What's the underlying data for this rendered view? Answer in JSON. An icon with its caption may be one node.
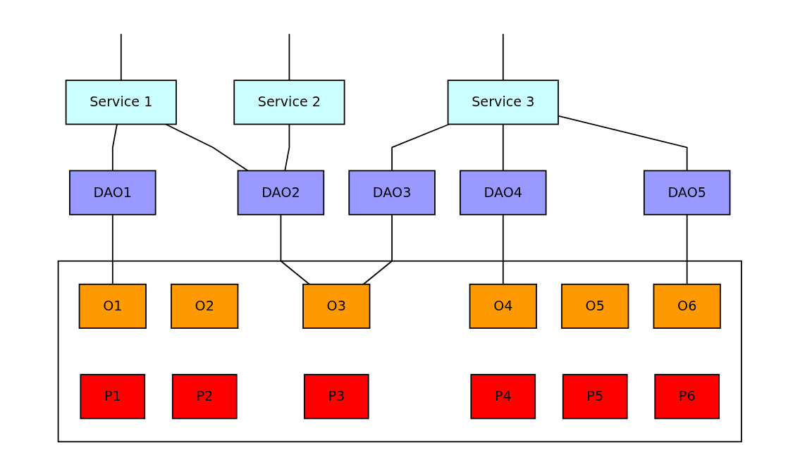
{
  "diagram": {
    "nodes": [
      {
        "text": [
          "Service 1"
        ]
      },
      {
        "text": [
          "Service 2"
        ]
      },
      {
        "text": [
          "Service 3"
        ]
      },
      {
        "text": [
          "DAO1"
        ]
      },
      {
        "text": [
          "DAO2"
        ]
      },
      {
        "text": [
          "DAO3"
        ]
      },
      {
        "text": [
          "DAO4"
        ]
      },
      {
        "text": [
          "DAO5"
        ]
      },
      {
        "text": [],
        "shape": "box"
      },
      {
        "text": [
          "O1"
        ],
        "in": 8
      },
      {
        "text": [
          "O2"
        ],
        "in": 8
      },
      {
        "text": [
          "O3"
        ],
        "in": 8
      },
      {
        "text": [
          "O4"
        ],
        "in": 8
      },
      {
        "text": [
          "O5"
        ],
        "in": 8
      },
      {
        "text": [
          "O6"
        ],
        "in": 8
      },
      {
        "text": [
          "P1"
        ],
        "in": 8
      },
      {
        "text": [
          "P2"
        ],
        "in": 8
      },
      {
        "text": [
          "P3"
        ],
        "in": 8
      },
      {
        "text": [
          "P4"
        ],
        "in": 8
      },
      {
        "text": [
          "P5"
        ],
        "in": 8
      },
      {
        "text": [
          "P6"
        ],
        "in": 8
      }
    ],
    "edges": [
      {
        "from": null,
        "to": 0,
        "arrow": "none"
      },
      {
        "from": null,
        "to": 1,
        "arrow": "none"
      },
      {
        "from": null,
        "to": 2,
        "arrow": "none"
      },
      {
        "from": 0,
        "to": 3,
        "arrow": "none"
      },
      {
        "from": 0,
        "to": 4,
        "arrow": "none"
      },
      {
        "from": 1,
        "to": 4,
        "arrow": "none"
      },
      {
        "from": 2,
        "to": 5,
        "arrow": "none"
      },
      {
        "from": 2,
        "to": 6,
        "arrow": "none"
      },
      {
        "from": 2,
        "to": 7,
        "arrow": "none"
      },
      {
        "from": 3,
        "to": 9,
        "arrow": "none"
      },
      {
        "from": 4,
        "to": 11,
        "arrow": "none"
      },
      {
        "from": 5,
        "to": 11,
        "arrow": "none"
      },
      {
        "from": 6,
        "to": 12,
        "arrow": "none"
      },
      {
        "from": 7,
        "to": 14,
        "arrow": "none"
      }
    ]
  }
}
